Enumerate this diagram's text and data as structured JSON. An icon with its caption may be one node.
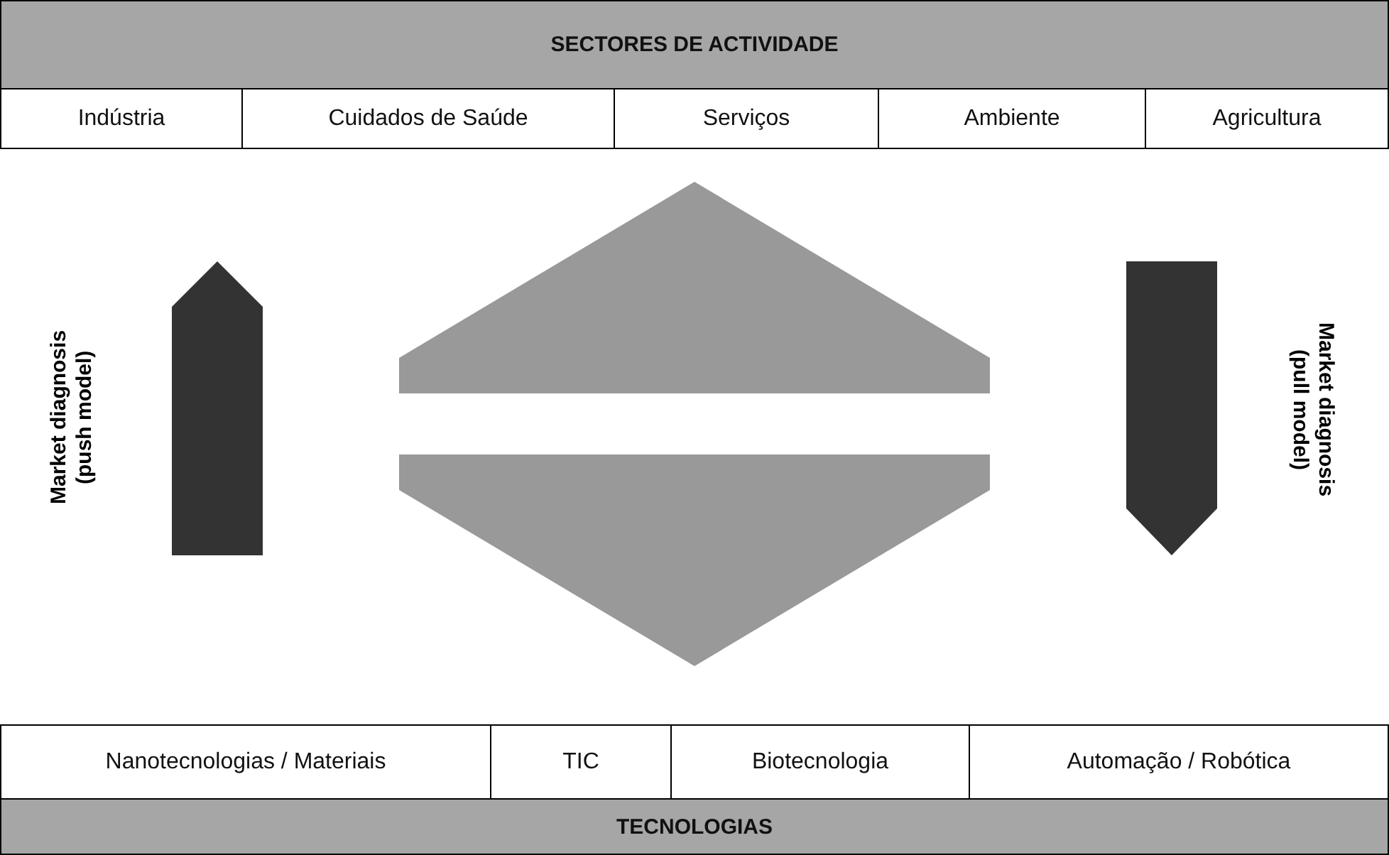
{
  "diagram": {
    "labels": [
      "SECTORES DE ACTIVIDADE",
      "Indústria",
      "Cuidados de Saúde",
      "Serviços",
      "Ambiente",
      "Agricultura",
      "Market diagnosis (push model)",
      "Market diagnosis (pull model)",
      "Nanotecnologias / Materiais",
      "TIC",
      "Biotecnologia",
      "Automação / Robótica",
      "TECNOLOGIAS"
    ]
  }
}
